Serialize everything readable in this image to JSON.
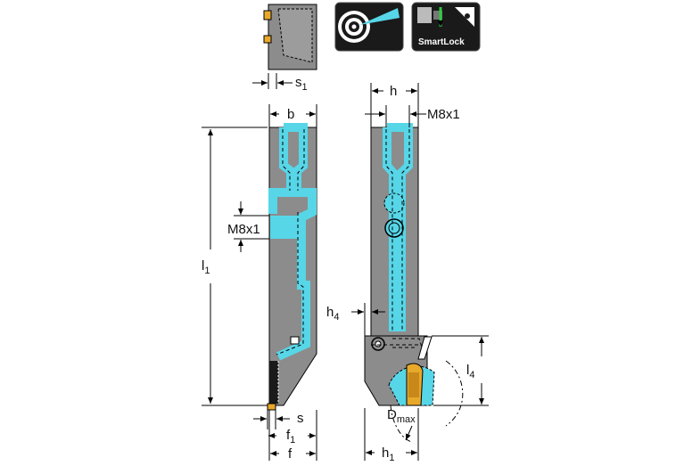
{
  "icons": {
    "coolant_icon": "coolant-through-icon",
    "smartlock_icon": "smartlock-icon",
    "smartlock_caption": "SmartLock"
  },
  "dimensions": {
    "s1_main": "s",
    "s1_sub": "1",
    "b": "b",
    "h": "h",
    "m8x1_top": "M8x1",
    "m8x1_side": "M8x1",
    "l1_main": "l",
    "l1_sub": "1",
    "h4_main": "h",
    "h4_sub": "4",
    "l4_main": "l",
    "l4_sub": "4",
    "s": "s",
    "f1_main": "f",
    "f1_sub": "1",
    "f": "f",
    "dmax_main": "D",
    "dmax_sub": "max",
    "h1_main": "h",
    "h1_sub": "1"
  },
  "colors": {
    "body_gray": "#8c8c8c",
    "coolant_cyan": "#57d6e8",
    "insert_gold": "#e8a82a",
    "icon_bg": "#1a1a1a",
    "line": "#000000"
  }
}
